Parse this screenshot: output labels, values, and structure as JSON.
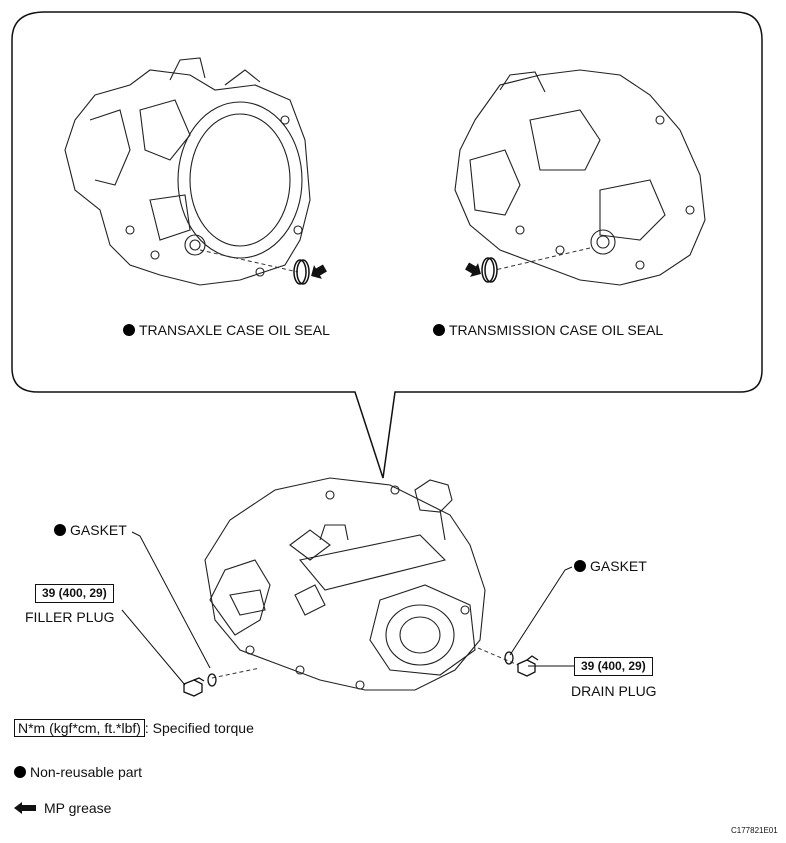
{
  "callout": {
    "left_seal_label": "TRANSAXLE CASE OIL SEAL",
    "right_seal_label": "TRANSMISSION CASE OIL SEAL"
  },
  "parts": {
    "gasket_left": "GASKET",
    "gasket_right": "GASKET",
    "filler_plug_torque": "39 (400, 29)",
    "filler_plug": "FILLER PLUG",
    "drain_plug_torque": "39 (400, 29)",
    "drain_plug": "DRAIN PLUG"
  },
  "legend": {
    "torque_units": "N*m (kgf*cm, ft.*lbf)",
    "torque_desc": ": Specified torque",
    "non_reusable": "Non-reusable part",
    "mp_grease": "MP grease"
  },
  "figure_code": "C177821E01",
  "icons": {
    "non_reusable": "filled-circle-icon",
    "mp_grease": "black-arrow-icon"
  }
}
